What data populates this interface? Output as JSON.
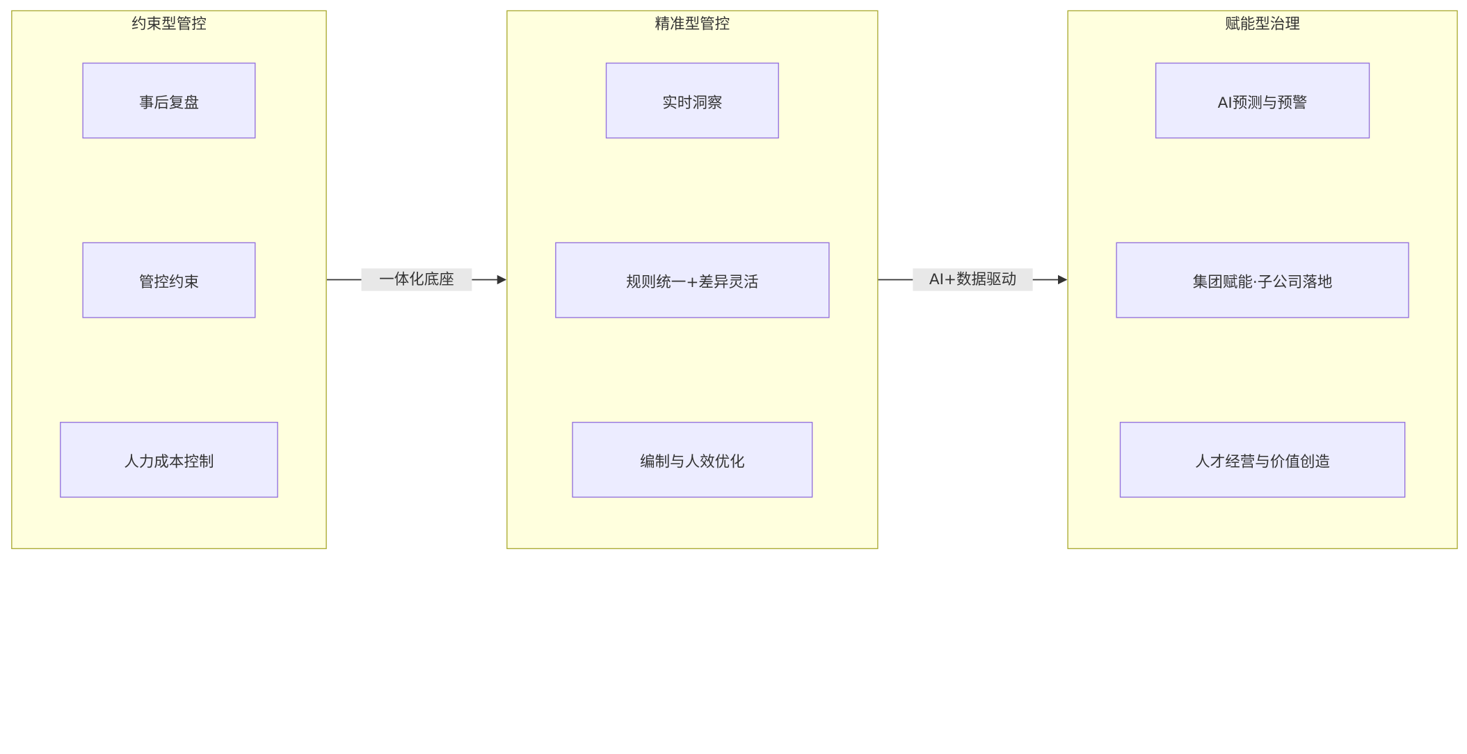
{
  "colors": {
    "cluster_fill": "#ffffde",
    "cluster_border": "#aaaa33",
    "node_fill": "#ececff",
    "node_border": "#9370db",
    "edge": "#333333",
    "edge_label_bg": "#e8e8e8"
  },
  "clusters": [
    {
      "title": "约束型管控",
      "nodes": [
        "事后复盘",
        "管控约束",
        "人力成本控制"
      ]
    },
    {
      "title": "精准型管控",
      "nodes": [
        "实时洞察",
        "规则统一+差异灵活",
        "编制与人效优化"
      ]
    },
    {
      "title": "赋能型治理",
      "nodes": [
        "AI预测与预警",
        "集团赋能·子公司落地",
        "人才经营与价值创造"
      ]
    }
  ],
  "transitions": [
    {
      "from": "约束型管控",
      "to": "精准型管控",
      "label": "一体化底座"
    },
    {
      "from": "精准型管控",
      "to": "赋能型治理",
      "label": "AI+数据驱动"
    }
  ]
}
